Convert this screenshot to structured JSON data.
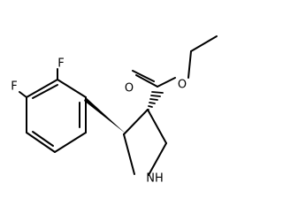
{
  "molecule": {
    "atom_labels": {
      "fluorine_top": "F",
      "fluorine_left": "F",
      "carbonyl_oxygen": "O",
      "ester_oxygen": "O",
      "ring_nitrogen": "NH"
    }
  }
}
